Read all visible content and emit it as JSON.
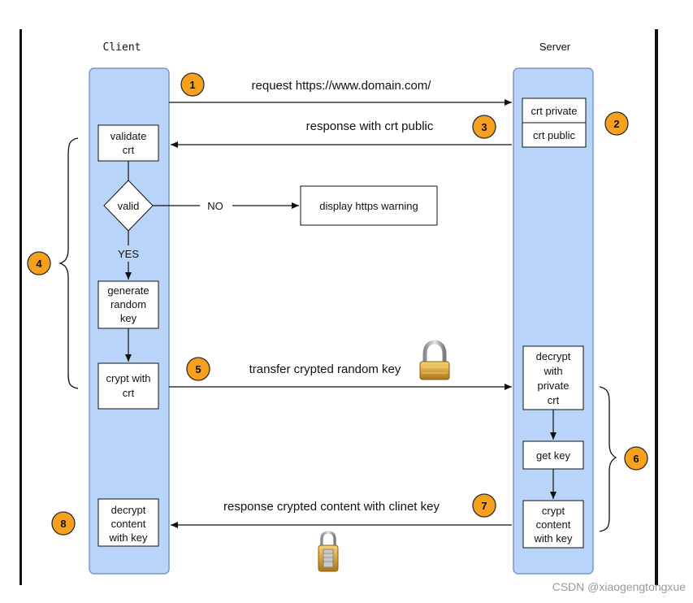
{
  "lanes": {
    "client": "Client",
    "server": "Server"
  },
  "boxes": {
    "crt_private": "crt private",
    "crt_public": "crt public",
    "validate": [
      "validate",
      "crt"
    ],
    "valid": "valid",
    "warning": "display https warning",
    "generate": [
      "generate",
      "random",
      "key"
    ],
    "crypt_with": [
      "crypt with",
      "crt"
    ],
    "decrypt_private": [
      "decrypt",
      "with",
      "private",
      "crt"
    ],
    "get_key": "get key",
    "crypt_content": [
      "crypt",
      "content",
      "with key"
    ],
    "decrypt_content": [
      "decrypt",
      "content",
      "with key"
    ]
  },
  "labels": {
    "request": "request https://www.domain.com/",
    "response_crt": "response with crt public",
    "no": "NO",
    "yes": "YES",
    "transfer": "transfer crypted random key",
    "response_content": "response crypted content with clinet key"
  },
  "steps": [
    "1",
    "2",
    "3",
    "4",
    "5",
    "6",
    "7",
    "8"
  ],
  "watermark": "CSDN @xiaogengtongxue",
  "colors": {
    "lane_fill": "#b8d4f8",
    "lane_stroke": "#7a96c4",
    "badge_fill": "#f7a01e",
    "badge_stroke": "#2b2b2b"
  },
  "icons": [
    "lock-closed-icon",
    "padlock-small-icon"
  ]
}
